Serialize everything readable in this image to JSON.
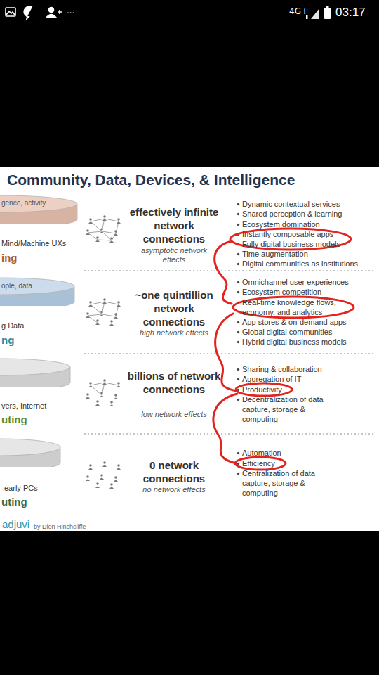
{
  "diagram": {
    "title": "Community, Data, Devices, & Intelligence",
    "nodes": [
      {
        "text": [
          "gence, activity",
          "Mind/Machine UXs",
          "ing"
        ]
      },
      {
        "text": [
          "ople, data",
          "g Data",
          "ng"
        ]
      },
      {
        "text": [
          "vers, Internet",
          "uting"
        ]
      },
      {
        "text": [
          "early PCs",
          "uting"
        ]
      }
    ],
    "labels": [
      "...",
      "4G+",
      "03:17",
      "effectively infinite network connections",
      "asymptotic network effects",
      "Dynamic contextual services",
      "Shared perception & learning",
      "Ecosystem domination",
      "Instantly composable apps",
      "Fully digital business models",
      "Time augmentation",
      "Digital communities as institutions",
      "~one quintillion network connections",
      "high network effects",
      "Omnichannel user experiences",
      "Ecosystem competition",
      "Real-time knowledge flows, economy, and analytics",
      "App stores & on-demand apps",
      "Global digital communities",
      "Hybrid digital business models",
      "billions of network connections",
      "low network effects",
      "Sharing & collaboration",
      "Aggregation of IT",
      "Productivity",
      "Decentralization of data capture, storage & computing",
      "0 network connections",
      "no network effects",
      "Automation",
      "Efficiency",
      "Centralization of data capture, storage & computing",
      "adjuvi",
      "by Dion Hinchcliffe"
    ]
  }
}
